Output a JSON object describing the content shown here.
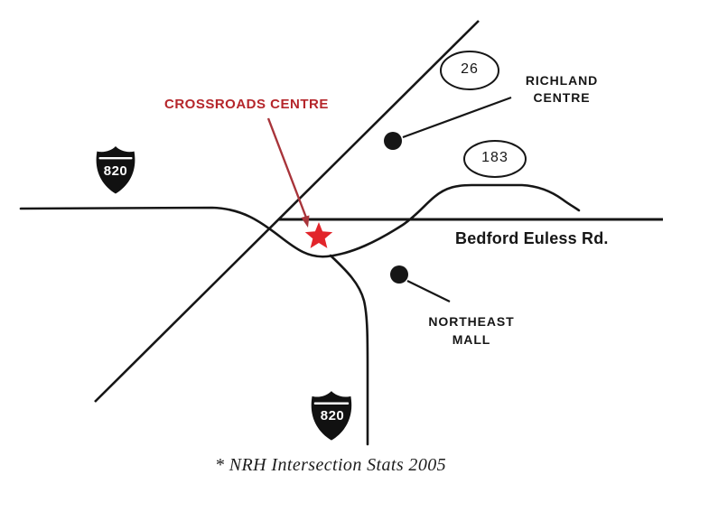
{
  "map": {
    "crossroads_label": "CROSSROADS CENTRE",
    "richland": {
      "line1": "RICHLAND",
      "line2": "CENTRE"
    },
    "bedford_label": "Bedford Euless Rd.",
    "northeast": {
      "line1": "NORTHEAST",
      "line2": "MALL"
    },
    "route_26": "26",
    "route_183": "183",
    "interstate_820": "820",
    "caption": "* NRH Intersection Stats 2005",
    "colors": {
      "accent_red": "#a8343a",
      "star_red": "#e2252b",
      "label_red": "#b5262b",
      "road": "#161616",
      "background": "#ffffff"
    }
  }
}
